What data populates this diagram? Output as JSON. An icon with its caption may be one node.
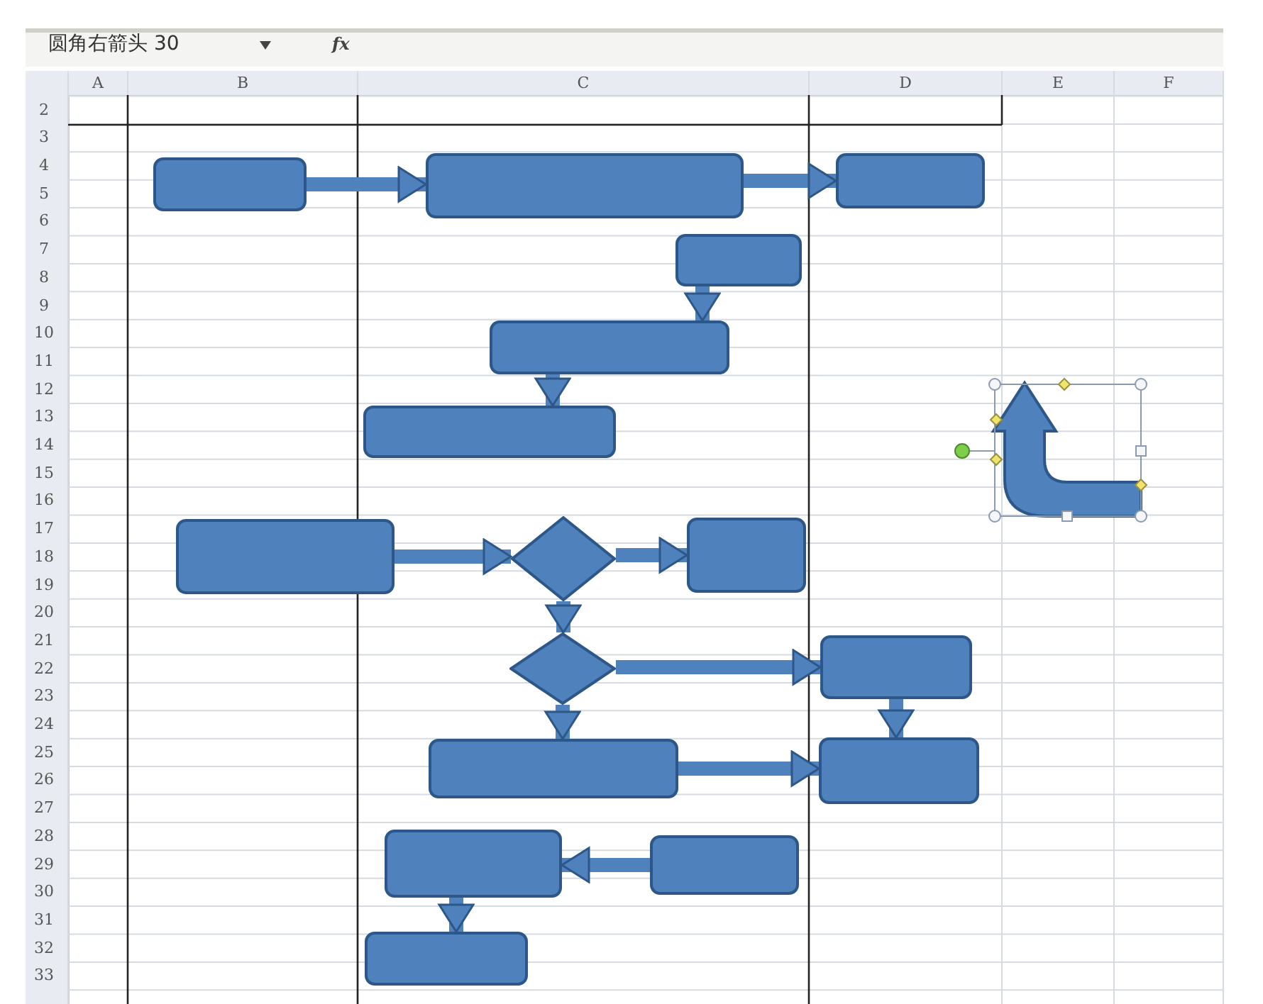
{
  "diagram": {
    "nodes": [
      {
        "text": [],
        "shape": "box"
      },
      {
        "text": [],
        "shape": "box"
      },
      {
        "text": [],
        "shape": "box"
      },
      {
        "text": [],
        "shape": "box"
      },
      {
        "text": [],
        "shape": "box"
      },
      {
        "text": [],
        "shape": "box"
      },
      {
        "text": [],
        "shape": "box"
      },
      {
        "text": [],
        "shape": "diamond"
      },
      {
        "text": [],
        "shape": "box"
      },
      {
        "text": [],
        "shape": "diamond"
      },
      {
        "text": [],
        "shape": "box"
      },
      {
        "text": [],
        "shape": "box"
      },
      {
        "text": [],
        "shape": "box"
      },
      {
        "text": [],
        "shape": "box"
      },
      {
        "text": [],
        "shape": "box"
      },
      {
        "text": [],
        "shape": "box"
      }
    ],
    "edges": [
      {
        "from": 0,
        "to": 1,
        "arrow": "to"
      },
      {
        "from": 1,
        "to": 2,
        "arrow": "to"
      },
      {
        "from": 3,
        "to": 4,
        "arrow": "to"
      },
      {
        "from": 4,
        "to": 5,
        "arrow": "to"
      },
      {
        "from": 6,
        "to": 7,
        "arrow": "to"
      },
      {
        "from": 7,
        "to": 8,
        "arrow": "to"
      },
      {
        "from": 7,
        "to": 9,
        "arrow": "to"
      },
      {
        "from": 9,
        "to": 10,
        "arrow": "to"
      },
      {
        "from": 10,
        "to": 12,
        "arrow": "to"
      },
      {
        "from": 9,
        "to": 11,
        "arrow": "to"
      },
      {
        "from": 11,
        "to": 12,
        "arrow": "to"
      },
      {
        "from": 14,
        "to": 13,
        "arrow": "to"
      },
      {
        "from": 13,
        "to": 15,
        "arrow": "to"
      }
    ],
    "labels": [
      "圆角右箭头 30",
      "fx",
      "A",
      "B",
      "C",
      "D",
      "E",
      "F",
      "2",
      "3",
      "4",
      "5",
      "6",
      "7",
      "8",
      "9",
      "10",
      "11",
      "12",
      "13",
      "14",
      "15",
      "16",
      "17",
      "18",
      "19",
      "20",
      "21",
      "22",
      "23",
      "24",
      "25",
      "26",
      "27",
      "28",
      "29",
      "30",
      "31",
      "32",
      "33"
    ]
  }
}
